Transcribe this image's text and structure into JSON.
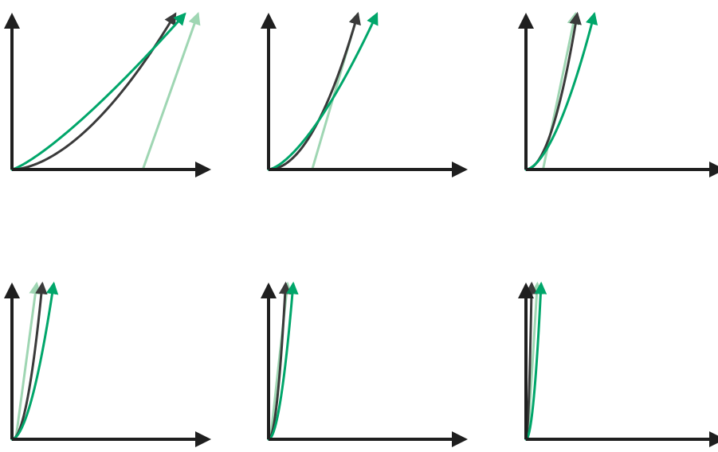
{
  "figure": {
    "panel_count": 6,
    "layout": {
      "rows": 2,
      "columns": 3
    },
    "colors": {
      "axis": "#1f1f1f",
      "dark_curve": "#3a3a3a",
      "green_curve": "#00a66a",
      "light_green_line": "#9fd6b3"
    },
    "panels": [
      {
        "id": "panel-1",
        "curves": [
          {
            "name": "light-green-line",
            "color_key": "light_green_line",
            "shape": "line",
            "start": [
              0.69,
              0.0
            ],
            "end": [
              0.98,
              1.0
            ]
          },
          {
            "name": "dark-curve",
            "color_key": "dark_curve",
            "shape": "power",
            "exponent": 1.75,
            "start": [
              0.0,
              0.0
            ],
            "end": [
              0.86,
              1.0
            ]
          },
          {
            "name": "green-curve",
            "color_key": "green_curve",
            "shape": "power",
            "exponent": 1.25,
            "start": [
              0.0,
              0.0
            ],
            "end": [
              0.91,
              1.0
            ]
          }
        ]
      },
      {
        "id": "panel-2",
        "curves": [
          {
            "name": "light-green-line",
            "color_key": "light_green_line",
            "shape": "line",
            "start": [
              0.23,
              0.0
            ],
            "end": [
              0.47,
              1.0
            ]
          },
          {
            "name": "dark-curve",
            "color_key": "dark_curve",
            "shape": "power",
            "exponent": 2.0,
            "start": [
              0.0,
              0.0
            ],
            "end": [
              0.47,
              1.0
            ]
          },
          {
            "name": "green-curve",
            "color_key": "green_curve",
            "shape": "power",
            "exponent": 1.5,
            "start": [
              0.0,
              0.0
            ],
            "end": [
              0.57,
              1.0
            ]
          }
        ]
      },
      {
        "id": "panel-3",
        "curves": [
          {
            "name": "light-green-line",
            "color_key": "light_green_line",
            "shape": "line",
            "start": [
              0.09,
              0.0
            ],
            "end": [
              0.26,
              1.0
            ]
          },
          {
            "name": "dark-curve",
            "color_key": "dark_curve",
            "shape": "power",
            "exponent": 2.0,
            "start": [
              0.0,
              0.0
            ],
            "end": [
              0.27,
              1.0
            ]
          },
          {
            "name": "green-curve",
            "color_key": "green_curve",
            "shape": "power",
            "exponent": 1.7,
            "start": [
              0.0,
              0.0
            ],
            "end": [
              0.36,
              1.0
            ]
          }
        ]
      },
      {
        "id": "panel-4",
        "curves": [
          {
            "name": "light-green-line",
            "color_key": "light_green_line",
            "shape": "line",
            "start": [
              0.02,
              0.0
            ],
            "end": [
              0.13,
              1.0
            ]
          },
          {
            "name": "dark-curve",
            "color_key": "dark_curve",
            "shape": "power",
            "exponent": 2.0,
            "start": [
              0.0,
              0.0
            ],
            "end": [
              0.16,
              1.0
            ]
          },
          {
            "name": "green-curve",
            "color_key": "green_curve",
            "shape": "power",
            "exponent": 1.8,
            "start": [
              0.0,
              0.0
            ],
            "end": [
              0.22,
              1.0
            ]
          }
        ]
      },
      {
        "id": "panel-5",
        "curves": [
          {
            "name": "light-green-line",
            "color_key": "light_green_line",
            "shape": "line",
            "start": [
              0.01,
              0.0
            ],
            "end": [
              0.1,
              1.0
            ]
          },
          {
            "name": "dark-curve",
            "color_key": "dark_curve",
            "shape": "power",
            "exponent": 2.0,
            "start": [
              0.0,
              0.0
            ],
            "end": [
              0.09,
              1.0
            ]
          },
          {
            "name": "green-curve",
            "color_key": "green_curve",
            "shape": "power",
            "exponent": 1.9,
            "start": [
              0.0,
              0.0
            ],
            "end": [
              0.13,
              1.0
            ]
          }
        ]
      },
      {
        "id": "panel-6",
        "curves": [
          {
            "name": "light-green-line",
            "color_key": "light_green_line",
            "shape": "line",
            "start": [
              0.01,
              0.0
            ],
            "end": [
              0.06,
              1.0
            ]
          },
          {
            "name": "dark-curve",
            "color_key": "dark_curve",
            "shape": "power",
            "exponent": 2.0,
            "start": [
              0.0,
              0.0
            ],
            "end": [
              0.03,
              1.0
            ]
          },
          {
            "name": "green-curve",
            "color_key": "green_curve",
            "shape": "power",
            "exponent": 2.0,
            "start": [
              0.0,
              0.0
            ],
            "end": [
              0.08,
              1.0
            ]
          }
        ]
      }
    ]
  }
}
